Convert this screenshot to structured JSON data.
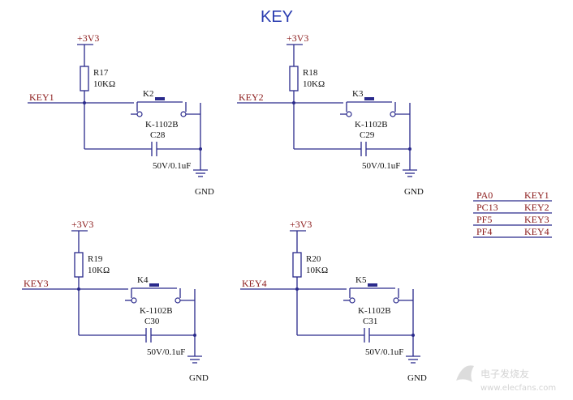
{
  "title": "KEY",
  "colors": {
    "wire": "#2a2a8c",
    "net_label": "#8b1a1a",
    "text": "#111111",
    "title": "#2a3cb0"
  },
  "circuits": [
    {
      "supply": "+3V3",
      "resistor": "R17",
      "resistor_value": "10KΩ",
      "net": "KEY1",
      "switch": "K2",
      "switch_part": "K-1102B",
      "capacitor": "C28",
      "capacitor_value": "50V/0.1uF",
      "ground": "GND"
    },
    {
      "supply": "+3V3",
      "resistor": "R18",
      "resistor_value": "10KΩ",
      "net": "KEY2",
      "switch": "K3",
      "switch_part": "K-1102B",
      "capacitor": "C29",
      "capacitor_value": "50V/0.1uF",
      "ground": "GND"
    },
    {
      "supply": "+3V3",
      "resistor": "R19",
      "resistor_value": "10KΩ",
      "net": "KEY3",
      "switch": "K4",
      "switch_part": "K-1102B",
      "capacitor": "C30",
      "capacitor_value": "50V/0.1uF",
      "ground": "GND"
    },
    {
      "supply": "+3V3",
      "resistor": "R20",
      "resistor_value": "10KΩ",
      "net": "KEY4",
      "switch": "K5",
      "switch_part": "K-1102B",
      "capacitor": "C31",
      "capacitor_value": "50V/0.1uF",
      "ground": "GND"
    }
  ],
  "pin_map": [
    {
      "pin": "PA0",
      "net": "KEY1"
    },
    {
      "pin": "PC13",
      "net": "KEY2"
    },
    {
      "pin": "PF5",
      "net": "KEY3"
    },
    {
      "pin": "PF4",
      "net": "KEY4"
    }
  ],
  "watermark": {
    "brand": "电子发烧友",
    "url": "www.elecfans.com"
  }
}
